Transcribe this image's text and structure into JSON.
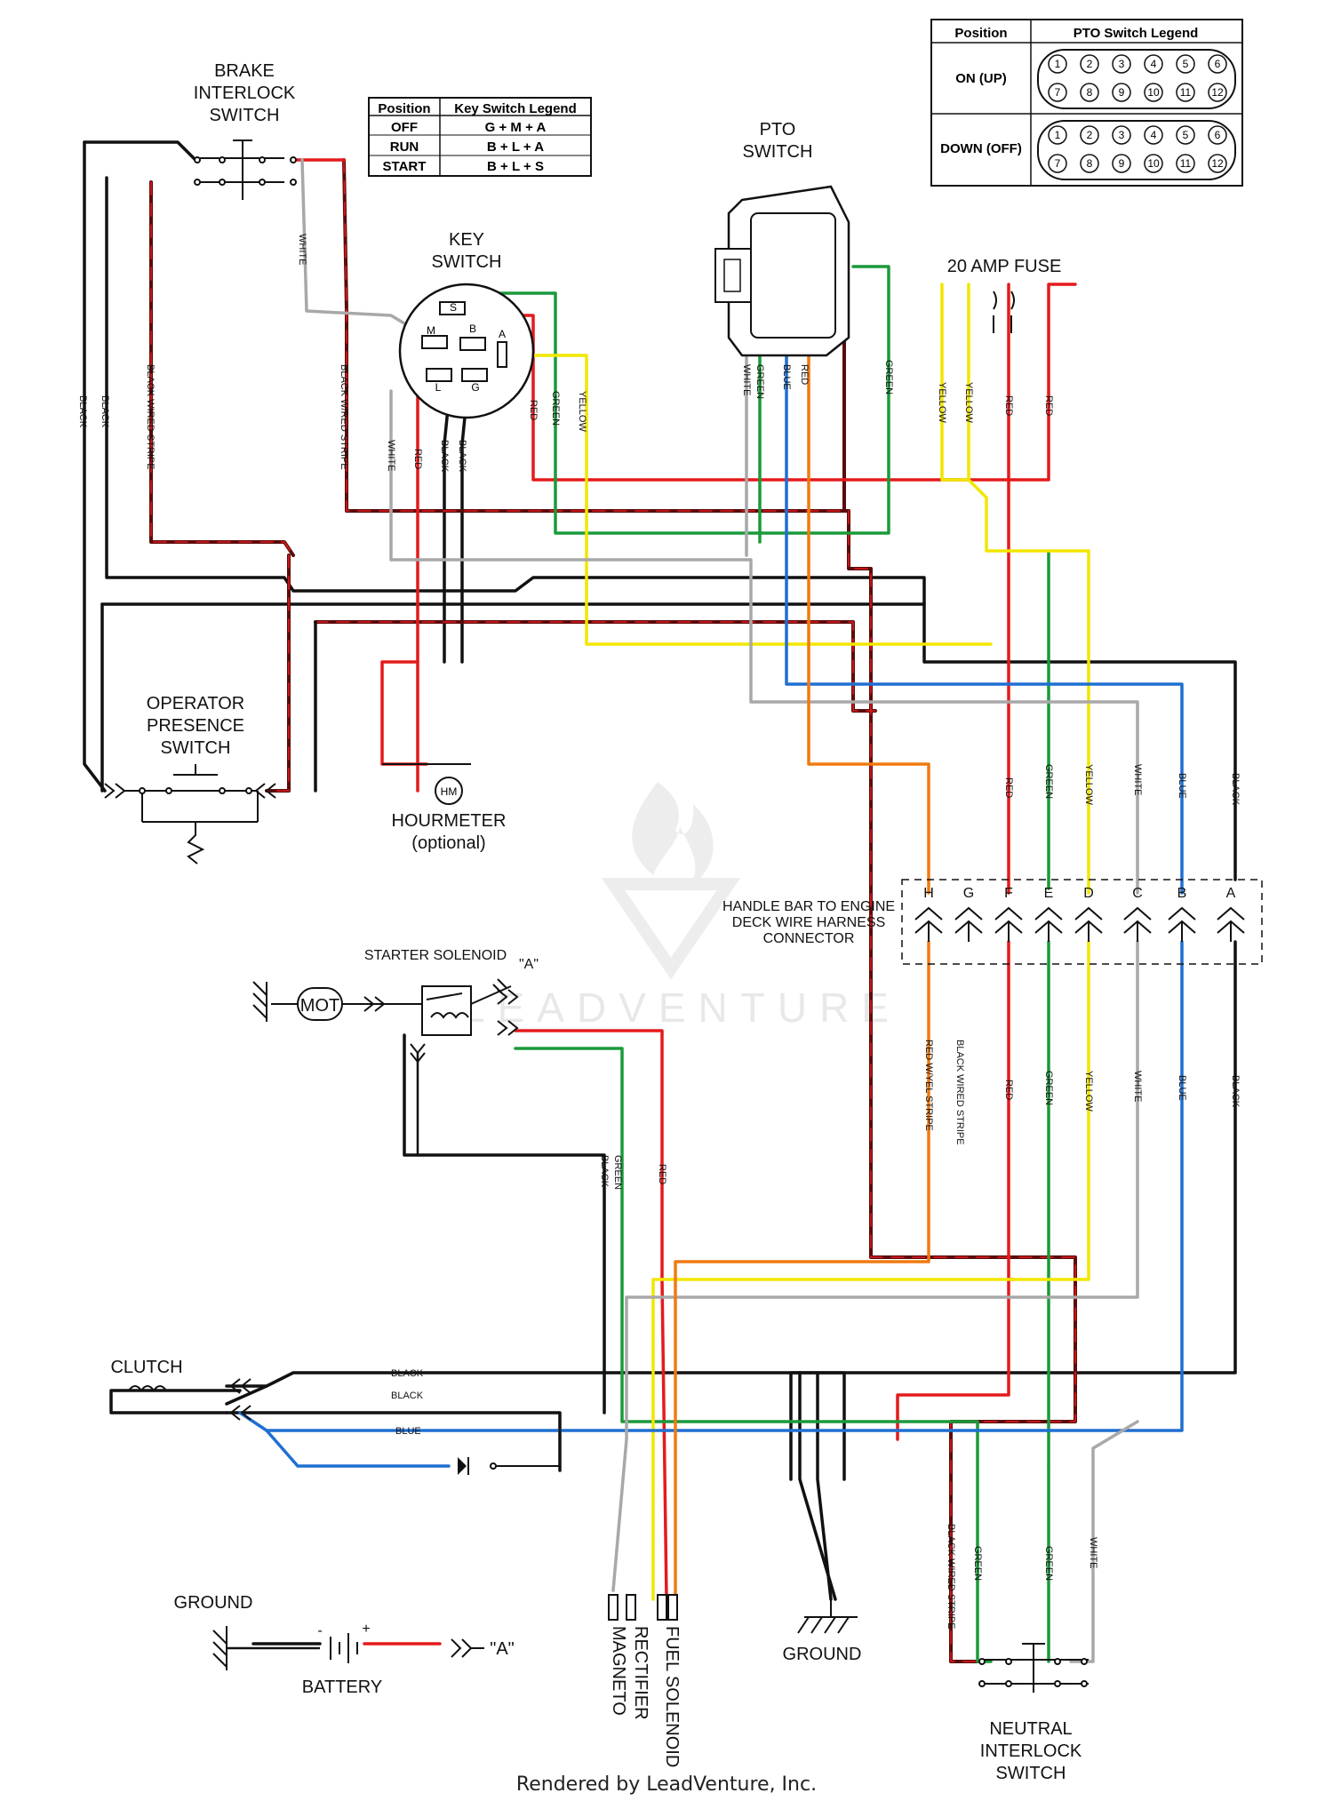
{
  "brand": {
    "watermark": "LEADVENTURE",
    "footer": "Rendered by LeadVenture, Inc."
  },
  "components": {
    "brake_interlock": [
      "BRAKE",
      "INTERLOCK",
      "SWITCH"
    ],
    "key_switch": [
      "KEY",
      "SWITCH"
    ],
    "pto_switch": [
      "PTO",
      "SWITCH"
    ],
    "fuse": "20 AMP FUSE",
    "operator_presence": [
      "OPERATOR",
      "PRESENCE",
      "SWITCH"
    ],
    "hourmeter": [
      "HOURMETER",
      "(optional)"
    ],
    "hourmeter_symbol": "HM",
    "connector": [
      "HANDLE BAR TO ENGINE",
      "DECK WIRE HARNESS",
      "CONNECTOR"
    ],
    "starter_solenoid": "STARTER SOLENOID",
    "terminal_a": "\"A\"",
    "motor": "MOT",
    "clutch": "CLUTCH",
    "ground_left": "GROUND",
    "battery": "BATTERY",
    "ground_bottom": "GROUND",
    "magneto": "MAGNETO",
    "rectifier": "RECTIFIER",
    "fuel_solenoid": "FUEL SOLENOID",
    "neutral_interlock": [
      "NEUTRAL",
      "INTERLOCK",
      "SWITCH"
    ]
  },
  "key_switch_legend": {
    "headers": [
      "Position",
      "Key Switch Legend"
    ],
    "rows": [
      [
        "OFF",
        "G + M + A"
      ],
      [
        "RUN",
        "B + L + A"
      ],
      [
        "START",
        "B + L + S"
      ]
    ]
  },
  "pto_switch_legend": {
    "headers": [
      "Position",
      "PTO Switch Legend"
    ],
    "rows": [
      {
        "position": "ON (UP)"
      },
      {
        "position": "DOWN (OFF)"
      }
    ],
    "pins": [
      "1",
      "2",
      "3",
      "4",
      "5",
      "6",
      "7",
      "8",
      "9",
      "10",
      "11",
      "12"
    ]
  },
  "key_terminals": [
    "S",
    "B",
    "M",
    "A",
    "L",
    "G"
  ],
  "connector_pins": [
    "H",
    "G",
    "F",
    "E",
    "D",
    "C",
    "B",
    "A"
  ],
  "wire_labels": {
    "white": "WHITE",
    "black": "BLACK",
    "black_stripe": "BLACK W/RED STRIPE",
    "black_wired_stripe": "BLACK WIRED STRIPE",
    "red": "RED",
    "green": "GREEN",
    "yellow": "YELLOW",
    "blue": "BLUE",
    "red_yel": "RED W/YEL STRIPE"
  },
  "colors": {
    "black": "#111111",
    "red": "#e41a1c",
    "green": "#1a9a3a",
    "yellow": "#f2e600",
    "blue": "#1f6fd1",
    "white": "#a8a8a8",
    "dark_red": "#6b0d0d",
    "orange": "#f07a10"
  }
}
